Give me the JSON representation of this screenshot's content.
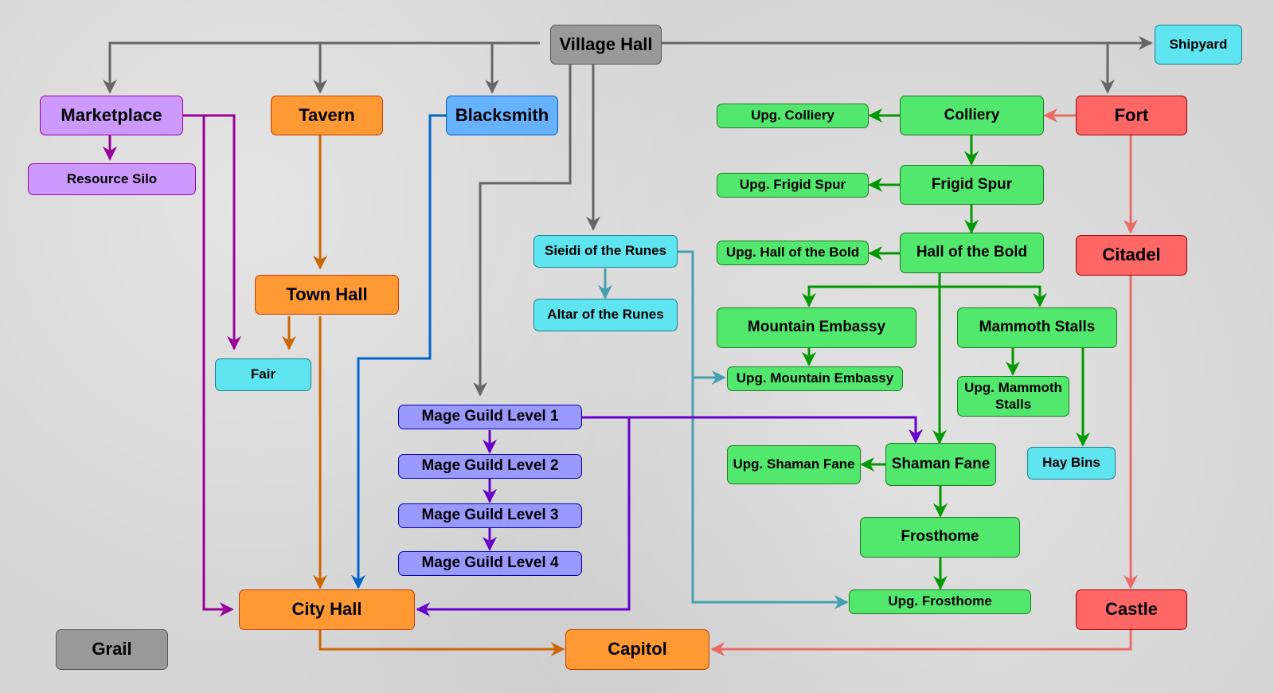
{
  "title": "Town building dependency tree",
  "colors": {
    "gray_edge": "#666666",
    "purple_edge": "#990099",
    "orange_edge": "#cc6600",
    "blue_edge": "#0066cc",
    "teal_edge": "#44a0b0",
    "green_edge": "#009900",
    "red_edge": "#ea6b66",
    "violet_edge": "#6600cc"
  },
  "nodes": {
    "village_hall": "Village Hall",
    "shipyard": "Shipyard",
    "marketplace": "Marketplace",
    "resource_silo": "Resource Silo",
    "tavern": "Tavern",
    "blacksmith": "Blacksmith",
    "upg_colliery": "Upg. Colliery",
    "colliery": "Colliery",
    "fort": "Fort",
    "upg_frigid_spur": "Upg. Frigid Spur",
    "frigid_spur": "Frigid Spur",
    "sieidi": "Sieidi of the Runes",
    "upg_hall_bold": "Upg. Hall of the Bold",
    "hall_bold": "Hall of the Bold",
    "citadel": "Citadel",
    "town_hall": "Town Hall",
    "altar": "Altar of the Runes",
    "mountain_embassy": "Mountain Embassy",
    "mammoth_stalls": "Mammoth Stalls",
    "fair": "Fair",
    "upg_mountain_embassy": "Upg. Mountain Embassy",
    "upg_mammoth_stalls": "Upg. Mammoth Stalls",
    "mage1": "Mage Guild Level 1",
    "mage2": "Mage Guild Level 2",
    "mage3": "Mage Guild Level 3",
    "mage4": "Mage Guild Level 4",
    "upg_shaman_fane": "Upg. Shaman Fane",
    "shaman_fane": "Shaman Fane",
    "hay_bins": "Hay Bins",
    "frosthome": "Frosthome",
    "city_hall": "City Hall",
    "upg_frosthome": "Upg. Frosthome",
    "castle": "Castle",
    "grail": "Grail",
    "capitol": "Capitol"
  }
}
